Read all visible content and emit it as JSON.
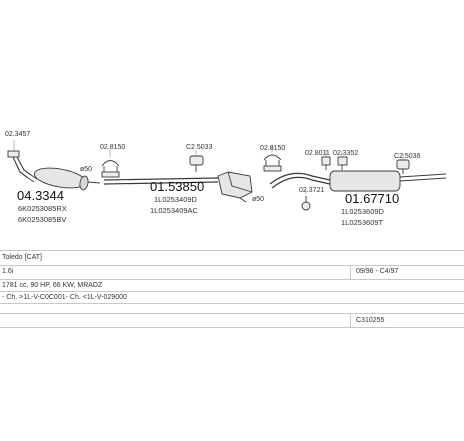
{
  "parts": {
    "p1_small": "02.3457",
    "p1_num": "04.3344",
    "p1_ref_a": "6K0253085RX",
    "p1_ref_b": "6K0253085BV",
    "p1_dia": "ø50",
    "p2_small": "02.8150",
    "p3_small": "C2.5033",
    "p4_num": "01.53850",
    "p4_ref_a": "1L0253409D",
    "p4_ref_b": "1L0253409AC",
    "p4_dia": "ø50",
    "p5_small": "02.8150",
    "p6_small": "02.8011",
    "p7_small": "02.3352",
    "p8_small": "02.3721",
    "p9_num": "01.67710",
    "p9_ref_a": "1L0253609D",
    "p9_ref_b": "1L0253609T",
    "p10_small": "C2.5036"
  },
  "info": {
    "vehicle": "Toledo [CAT]",
    "engine": "1.6i",
    "period": "09/96 - C4/97",
    "spec": "1781 cc, 90 HP, 66 KW, MRADZ",
    "chassis": "- Ch. >1L-V-C0C001- Ch. <1L-V-029000",
    "code": "C310255"
  },
  "colors": {
    "line": "#3a3a3a",
    "fill": "#e6e6e6",
    "divider": "#c8c8c8"
  }
}
